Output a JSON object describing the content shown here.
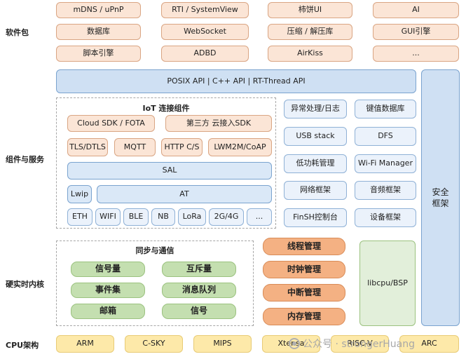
{
  "layers": {
    "packages": "软件包",
    "components": "组件与服务",
    "kernel": "硬实时内核",
    "cpu": "CPU架构"
  },
  "packages": {
    "row1": [
      "mDNS / uPnP",
      "RTI / SystemView",
      "柿饼UI",
      "AI"
    ],
    "row2": [
      "数据库",
      "WebSocket",
      "压缩 / 解压库",
      "GUI引擎"
    ],
    "row3": [
      "脚本引擎",
      "ADBD",
      "AirKiss",
      "..."
    ]
  },
  "posix_api": "POSIX API  |  C++ API  |  RT-Thread API",
  "security": "安全\n框架",
  "iot": {
    "title": "IoT 连接组件",
    "cloud": "Cloud SDK / FOTA",
    "third_party": "第三方 云接入SDK",
    "protocols": [
      "TLS/DTLS",
      "MQTT",
      "HTTP C/S",
      "LWM2M/CoAP"
    ],
    "sal": "SAL",
    "lwip": "Lwip",
    "at": "AT",
    "links": [
      "ETH",
      "WIFI",
      "BLE",
      "NB",
      "LoRa",
      "2G/4G",
      "..."
    ]
  },
  "services": {
    "left": [
      "异常处理/日志",
      "USB stack",
      "低功耗管理",
      "网络框架",
      "FinSH控制台"
    ],
    "right": [
      "键值数据库",
      "DFS",
      "Wi-Fi Manager",
      "音频框架",
      "设备框架"
    ]
  },
  "sync": {
    "title": "同步与通信",
    "left": [
      "信号量",
      "事件集",
      "邮箱"
    ],
    "right": [
      "互斥量",
      "消息队列",
      "信号"
    ]
  },
  "kernel_mgmt": [
    "线程管理",
    "时钟管理",
    "中断管理",
    "内存管理"
  ],
  "libcpu": "libcpu/BSP",
  "cpu": [
    "ARM",
    "C-SKY",
    "MIPS",
    "Xtensa",
    "RISC-V",
    "ARC"
  ],
  "watermark": "公众号 · strongerHuang"
}
